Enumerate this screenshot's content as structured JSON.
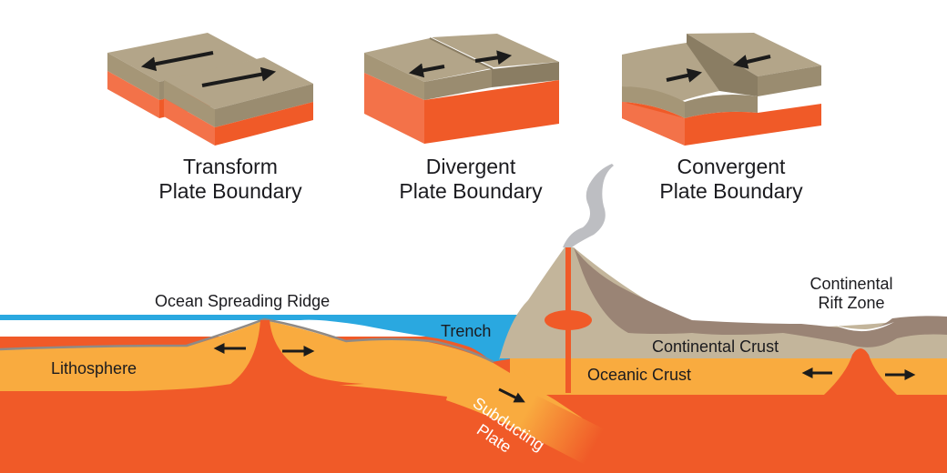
{
  "title": "Plate Boundaries and Tectonic Features",
  "colors": {
    "plate_top": "#b3a589",
    "plate_side_tan": "#9a8c70",
    "plate_side_dark": "#8a7d63",
    "mantle": "#f05a28",
    "mantle_light": "#f37249",
    "lithosphere": "#f9ab3f",
    "ocean": "#2aa8e0",
    "continental_crust": "#c3b59b",
    "continental_dark": "#9a8475",
    "ash": "#bdbec2",
    "arrow": "#1b1b1b",
    "outline_gray": "#8f8a86"
  },
  "boundary_types": [
    {
      "id": "transform",
      "line1": "Transform",
      "line2": "Plate Boundary",
      "motion": "plates slide past each other"
    },
    {
      "id": "divergent",
      "line1": "Divergent",
      "line2": "Plate Boundary",
      "motion": "plates move apart"
    },
    {
      "id": "convergent",
      "line1": "Convergent",
      "line2": "Plate Boundary",
      "motion": "plates move toward each other"
    }
  ],
  "cross_section": {
    "labels": {
      "ridge": "Ocean Spreading Ridge",
      "lithosphere": "Lithosphere",
      "trench": "Trench",
      "subducting_line1": "Subducting",
      "subducting_line2": "Plate",
      "continental_crust": "Continental Crust",
      "oceanic_crust": "Oceanic Crust",
      "rift_line1": "Continental",
      "rift_line2": "Rift Zone"
    },
    "features": [
      "ocean",
      "lithosphere",
      "mantle",
      "volcano",
      "magma-chamber",
      "ash-plume",
      "rift-upwelling"
    ]
  }
}
